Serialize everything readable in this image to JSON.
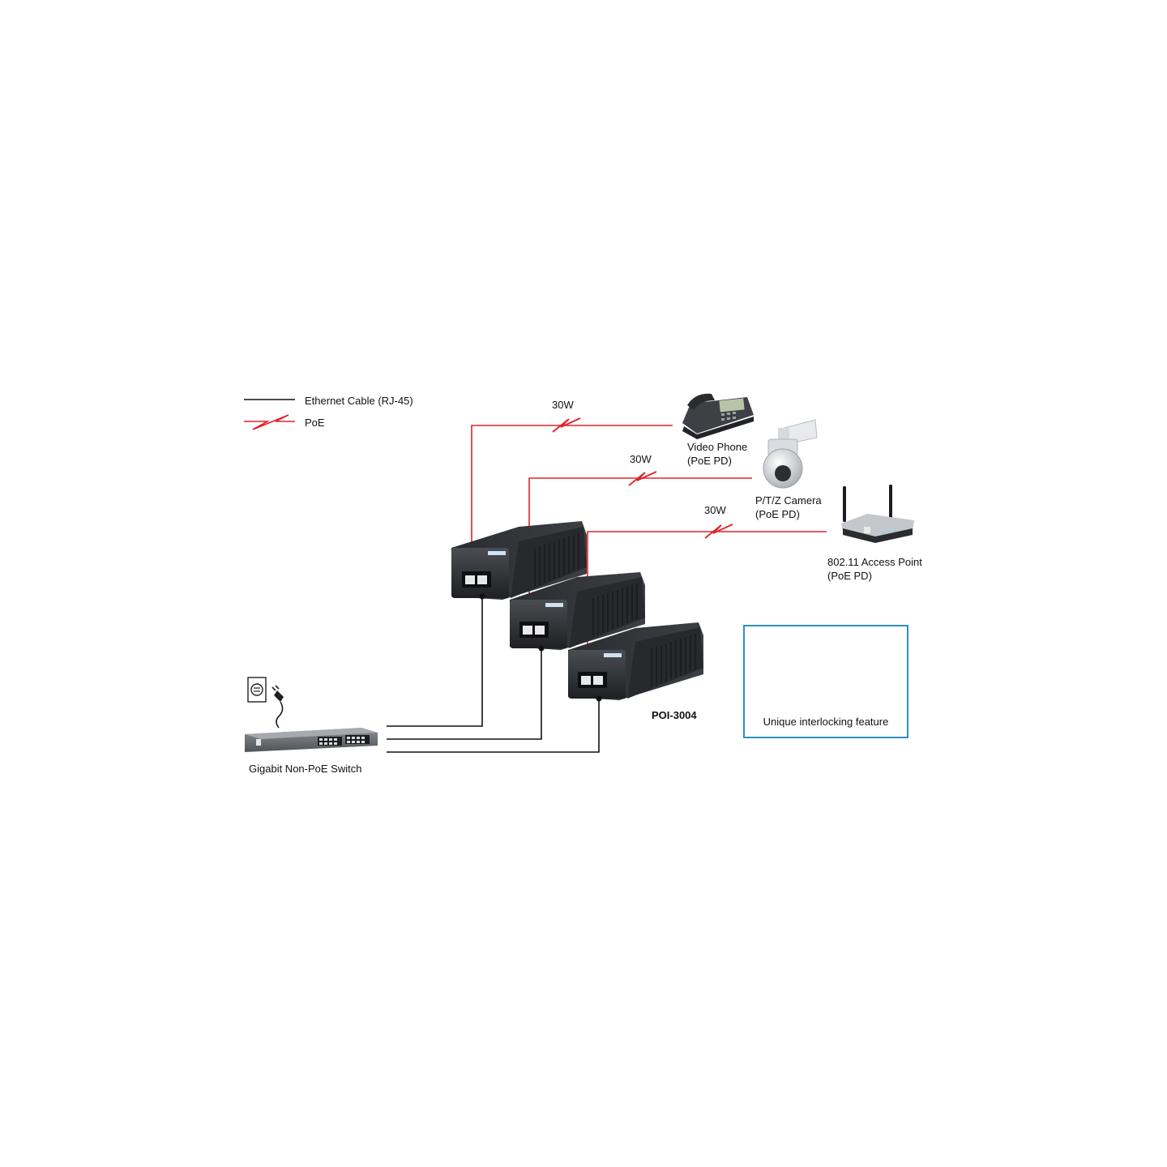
{
  "legend": {
    "ethernet_label": "Ethernet Cable (RJ-45)",
    "poe_label": "PoE"
  },
  "devices": {
    "video_phone": {
      "name": "Video Phone",
      "sub": "(PoE PD)",
      "power": "30W"
    },
    "camera": {
      "name": "P/T/Z Camera",
      "sub": "(PoE PD)",
      "power": "30W"
    },
    "access_point": {
      "name": "802.11 Access Point",
      "sub": "(PoE PD)",
      "power": "30W"
    }
  },
  "injector_model": "POI-3004",
  "switch_label": "Gigabit Non-PoE Switch",
  "feature_label": "Unique interlocking feature",
  "colors": {
    "poe": "#e0232b",
    "ethernet": "#111111",
    "frame": "#2f8fc4",
    "device": "#2b2d31"
  }
}
